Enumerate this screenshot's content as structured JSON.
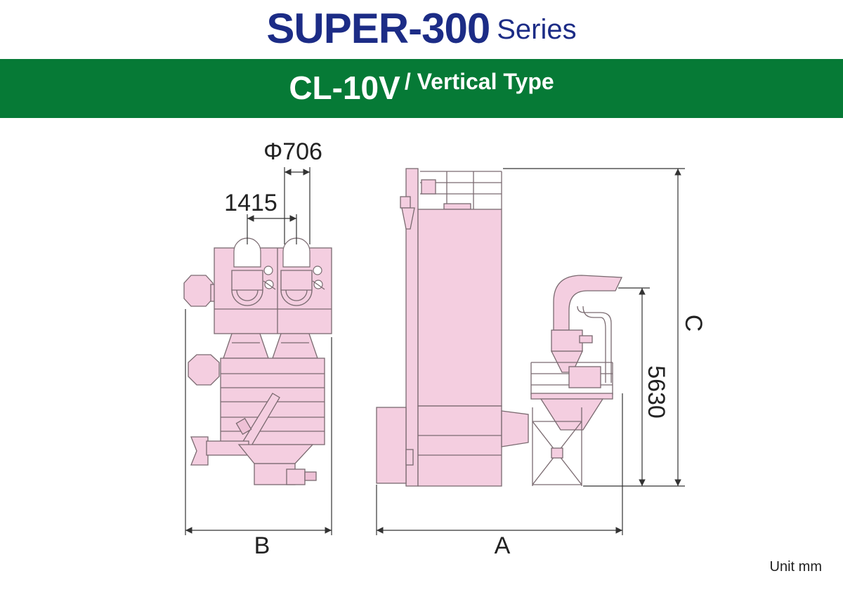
{
  "header": {
    "title": "SUPER-300",
    "title_suffix": "Series",
    "model": "CL-10V",
    "model_suffix": "/ Vertical Type"
  },
  "dimensions": {
    "diameter": "Φ706",
    "spacing": "1415",
    "width_b": "B",
    "length_a": "A",
    "height_c": "C",
    "cyclone_height": "5630"
  },
  "footer": {
    "unit": "Unit mm"
  },
  "colors": {
    "title_blue": "#1c2c86",
    "band_green": "#067a36",
    "machine_pink": "#f4cee0",
    "outline": "#7a6a70"
  }
}
